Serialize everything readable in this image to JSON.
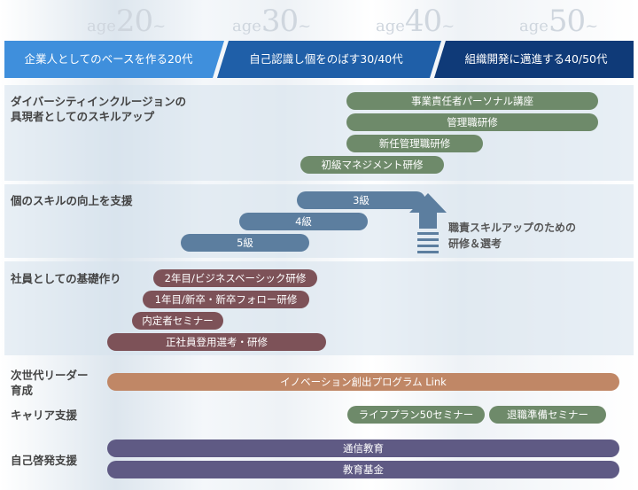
{
  "ages": [
    {
      "prefix": "age",
      "number": "20",
      "suffix": "~"
    },
    {
      "prefix": "age",
      "number": "30",
      "suffix": "~"
    },
    {
      "prefix": "age",
      "number": "40",
      "suffix": "~"
    },
    {
      "prefix": "age",
      "number": "50",
      "suffix": "~"
    }
  ],
  "phases": [
    {
      "label": "企業人としてのベースを作る20代",
      "color": "#3f8fdc"
    },
    {
      "label": "自己認識し個をのばす30/40代",
      "color": "#1f5fa8"
    },
    {
      "label": "組織開発に邁進する40/50代",
      "color": "#0f3a78"
    }
  ],
  "sections": {
    "diversity": {
      "label_line1": "ダイバーシティインクルージョンの",
      "label_line2": "具現者としてのスキルアップ",
      "bars": [
        "事業責任者パーソナル講座",
        "管理職研修",
        "新任管理職研修",
        "初級マネジメント研修"
      ]
    },
    "skill": {
      "label": "個のスキルの向上を支援",
      "bars": [
        "3級",
        "4級",
        "5級"
      ],
      "note_line1": "職責スキルアップのための",
      "note_line2": "研修＆選考"
    },
    "basic": {
      "label": "社員としての基礎作り",
      "bars": [
        "2年目/ビジネスベーシック研修",
        "1年目/新卒・新卒フォロー研修",
        "内定者セミナー",
        "正社員登用選考・研修"
      ]
    },
    "next_leader": {
      "label_line1": "次世代リーダー",
      "label_line2": "育成",
      "bars": [
        "イノベーション創出プログラム Link"
      ]
    },
    "career": {
      "label": "キャリア支援",
      "bars": [
        "ライフプラン50セミナー",
        "退職準備セミナー"
      ]
    },
    "self_dev": {
      "label": "自己啓発支援",
      "bars": [
        "通信教育",
        "教育基金"
      ]
    }
  }
}
